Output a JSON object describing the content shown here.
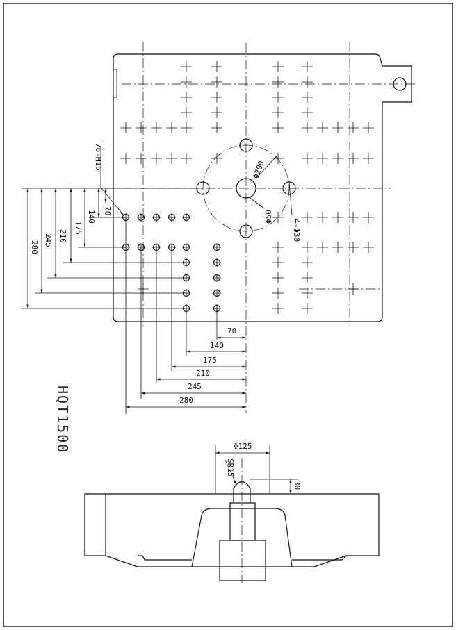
{
  "model_label": "HQT1500",
  "labels": {
    "tapped_holes": "76-M16",
    "bolt_circle": "Φ200",
    "center_bore": "Φ50",
    "ejector_holes": "4-Φ30",
    "nozzle_dia": "Φ125",
    "sphere_radius": "SR15",
    "nozzle_depth": "30"
  },
  "vertical_dims": [
    "70",
    "140",
    "175",
    "210",
    "245",
    "280"
  ],
  "horizontal_dims": [
    "70",
    "140",
    "175",
    "210",
    "245",
    "280"
  ]
}
